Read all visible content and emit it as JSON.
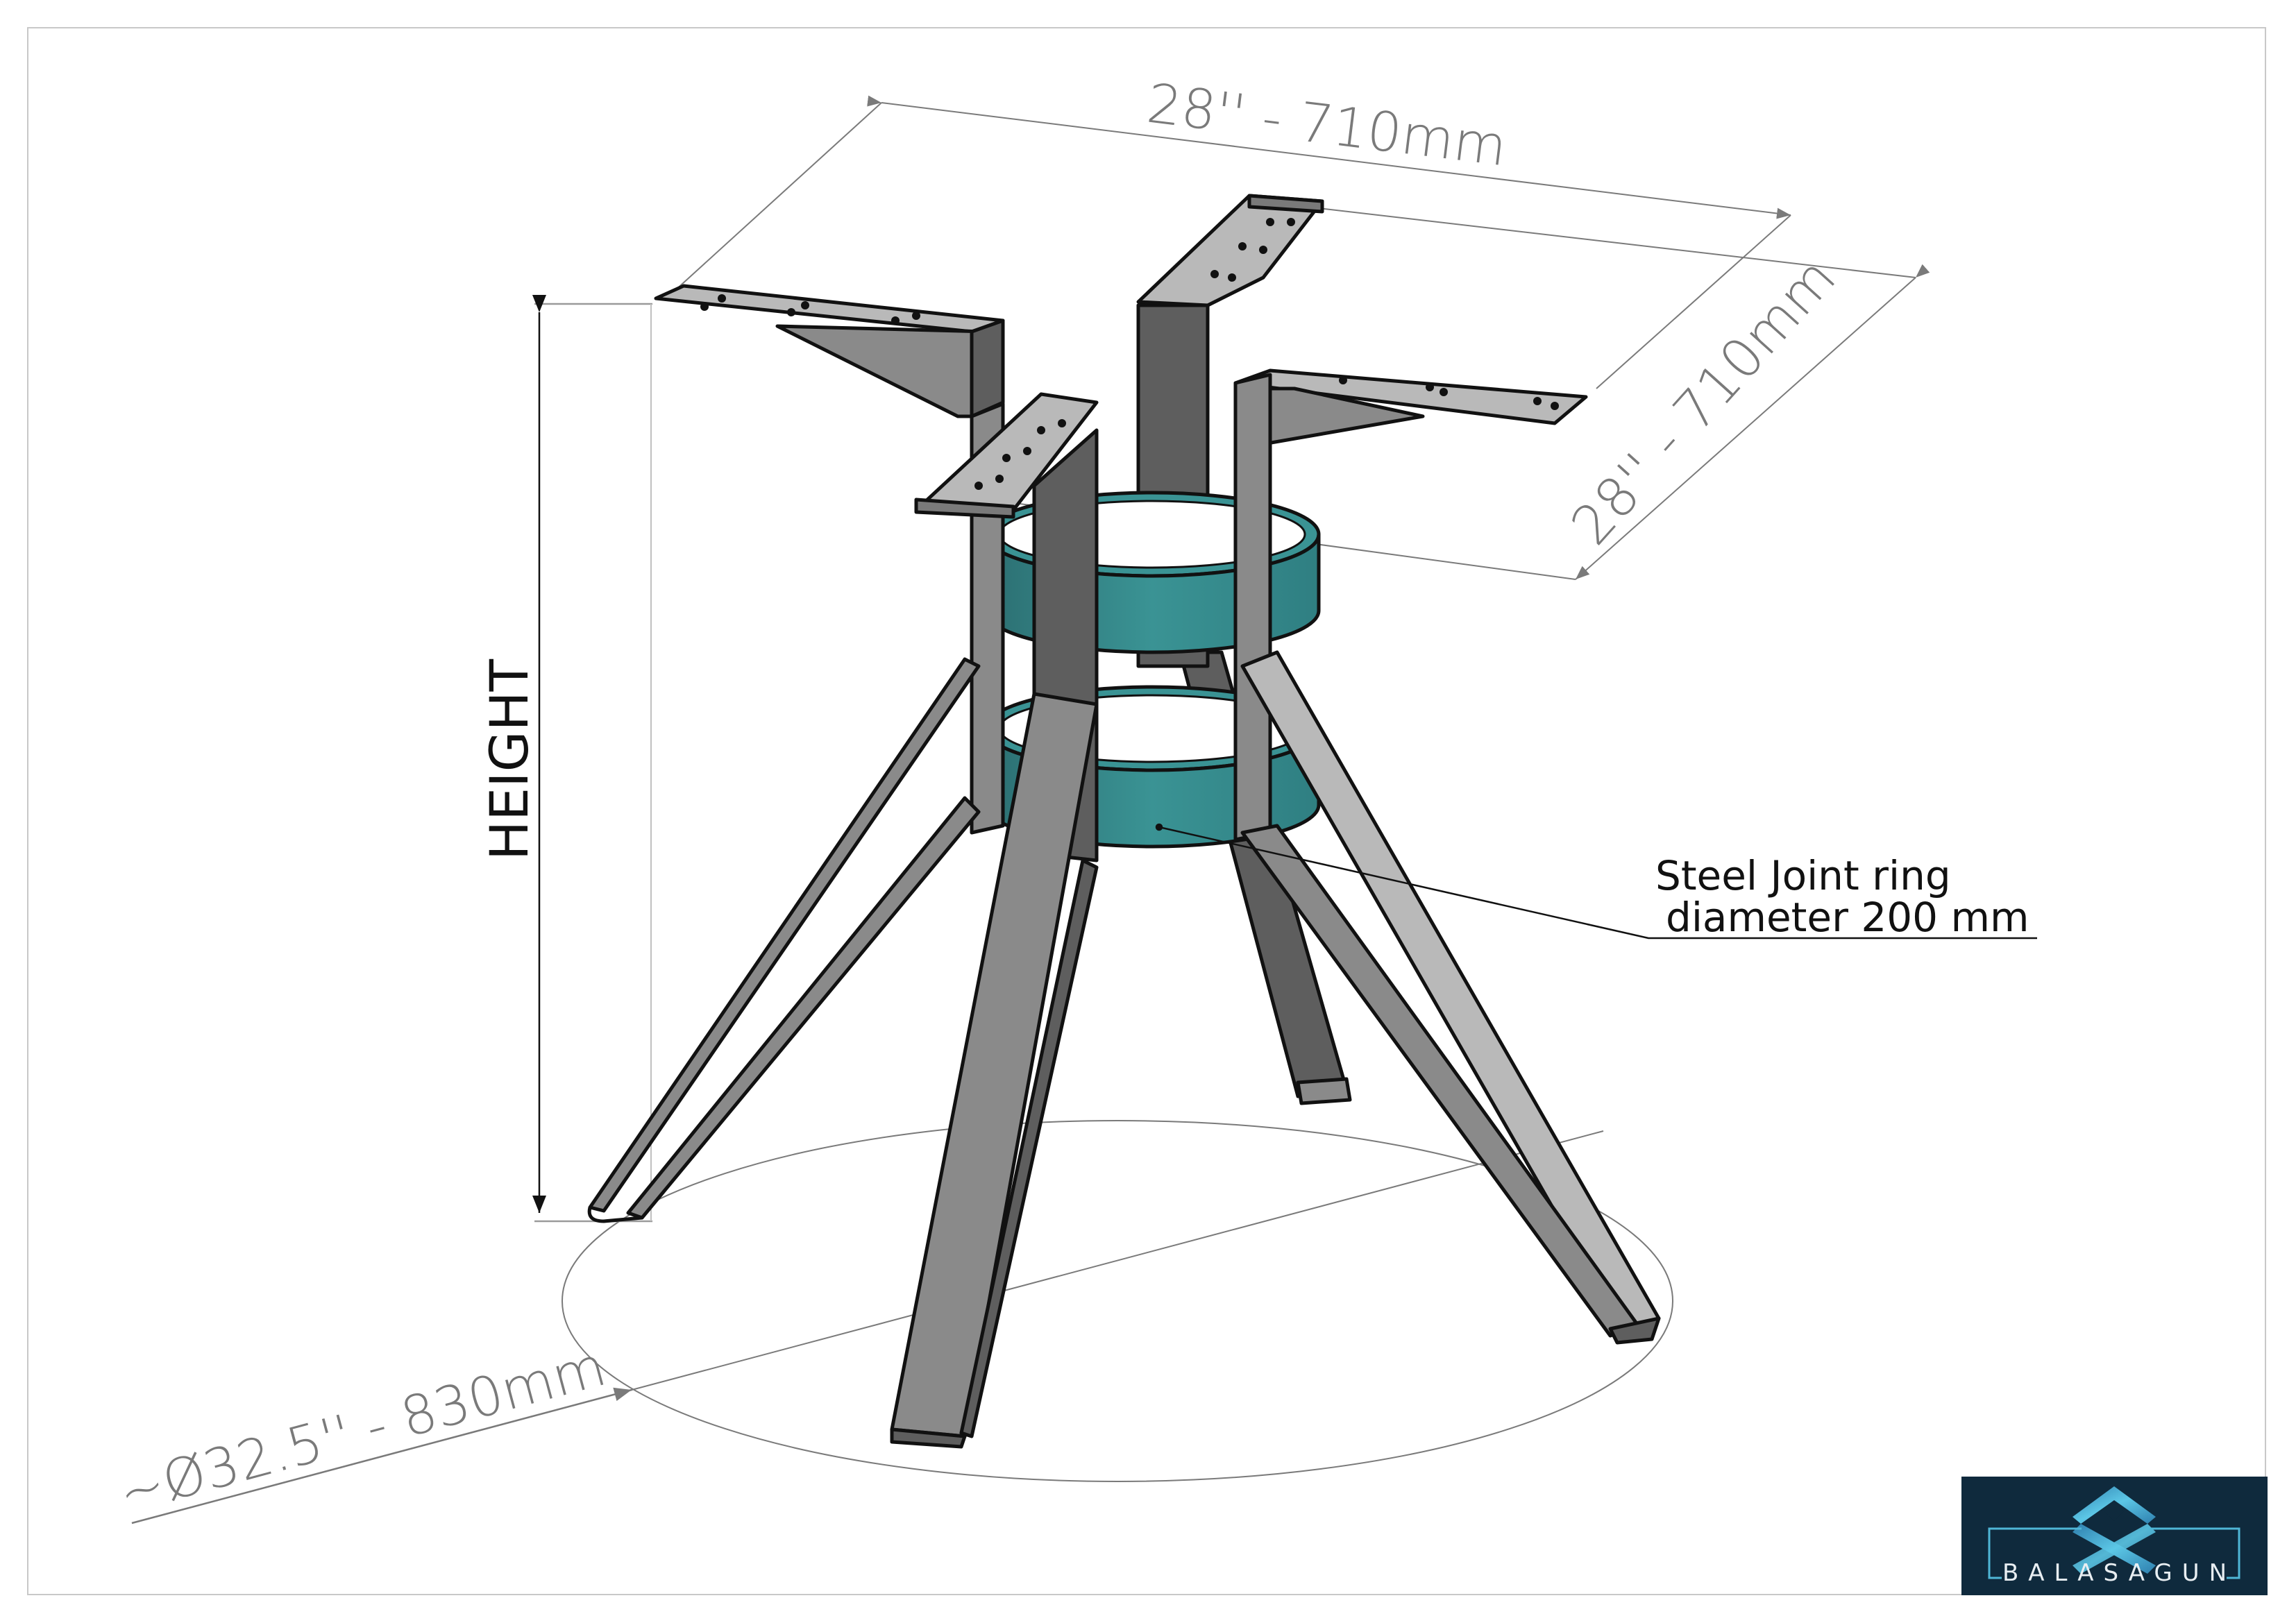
{
  "drawing": {
    "subject": "Steel table base with four legs and two joint rings",
    "colors": {
      "steel_light": "#b9b9b9",
      "steel_mid": "#8a8a8a",
      "steel_dark": "#5e5e5e",
      "ring_teal": "#3a9394",
      "ring_teal_dark": "#2c6f72",
      "dimension_gray": "#7a7a7a",
      "frame_border": "#c8c8c8"
    }
  },
  "dimensions": {
    "top_width": "28'' - 710mm",
    "top_depth": "28'' - 710mm",
    "height": "HEIGHT",
    "footprint_diameter": "~Ø32.5'' - 830mm"
  },
  "callout": {
    "line1": "Steel Joint ring",
    "line2": "diameter 200 mm"
  },
  "logo": {
    "name": "BALASAGUN",
    "background": "#0f2a3d",
    "accent": "#4fb6d6"
  }
}
